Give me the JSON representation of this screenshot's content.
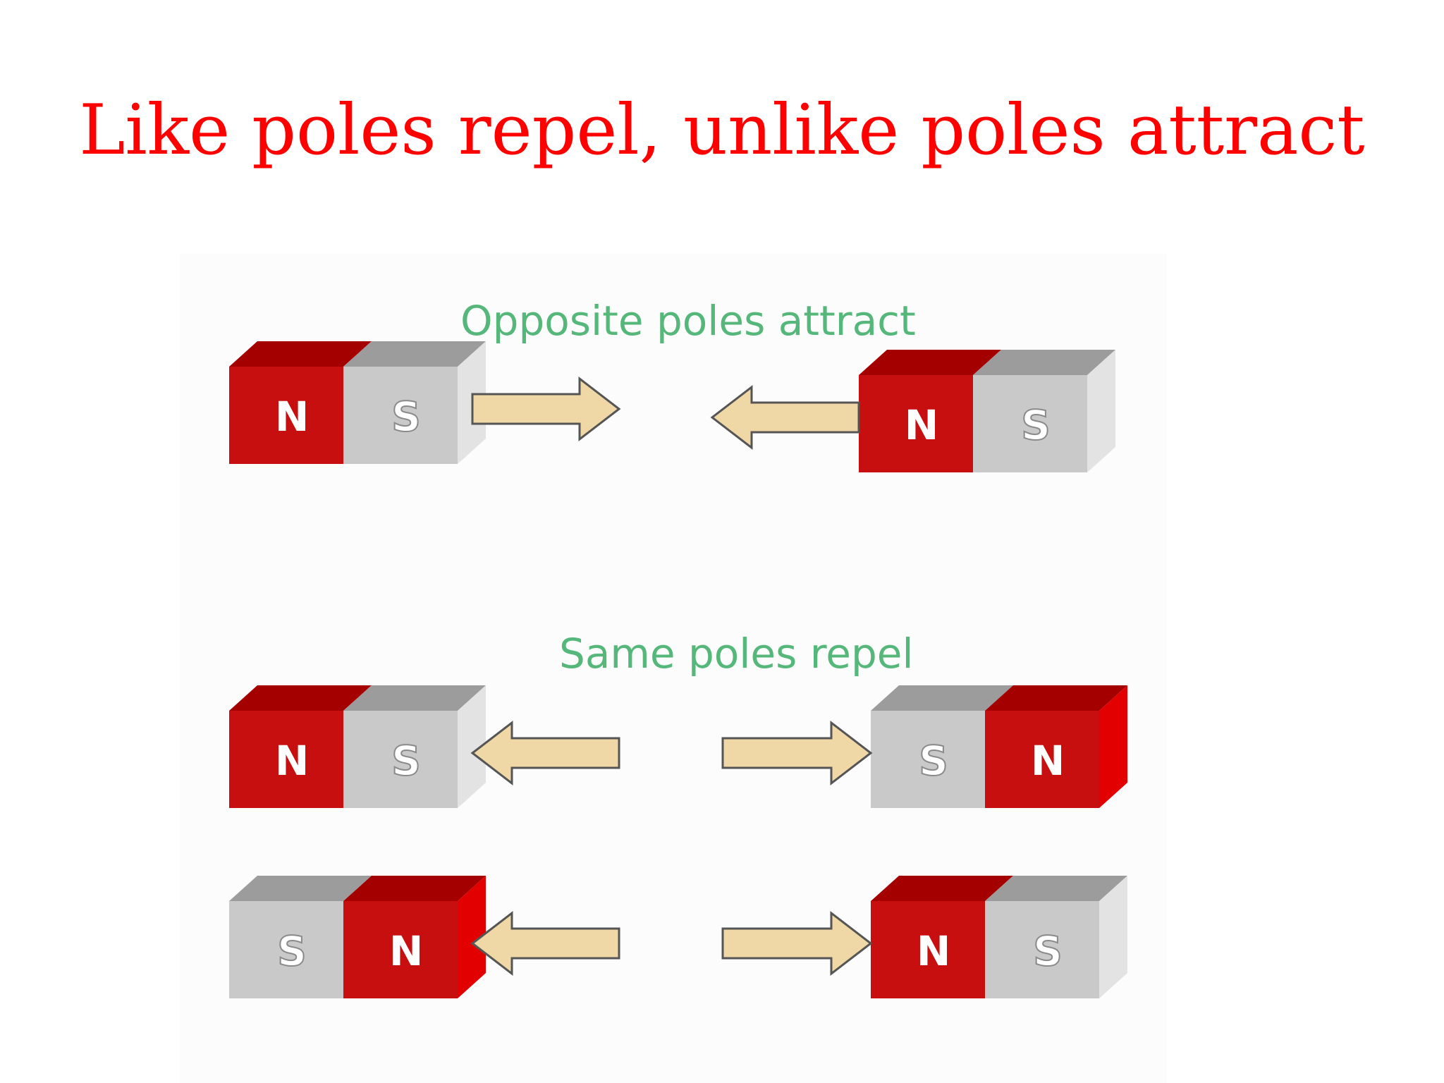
{
  "title": "Like poles repel, unlike poles attract",
  "sections": [
    {
      "heading": "Opposite poles attract",
      "rows": [
        {
          "left_magnet": {
            "poles": [
              "N",
              "S"
            ]
          },
          "right_magnet": {
            "poles": [
              "N",
              "S"
            ]
          },
          "arrows": [
            "right",
            "left"
          ]
        }
      ]
    },
    {
      "heading": "Same poles repel",
      "rows": [
        {
          "left_magnet": {
            "poles": [
              "N",
              "S"
            ]
          },
          "right_magnet": {
            "poles": [
              "S",
              "N"
            ]
          },
          "arrows": [
            "left",
            "right"
          ]
        },
        {
          "left_magnet": {
            "poles": [
              "S",
              "N"
            ]
          },
          "right_magnet": {
            "poles": [
              "N",
              "S"
            ]
          },
          "arrows": [
            "left",
            "right"
          ]
        }
      ]
    }
  ],
  "colors": {
    "title": "#ff0000",
    "heading": "#56b77a",
    "north_front": "#c80f0f",
    "north_top": "#a50000",
    "north_side": "#e30000",
    "south_front": "#c9c9c9",
    "south_top": "#9c9c9c",
    "south_side": "#e3e3e3",
    "arrow_fill": "#f0d8a6",
    "arrow_stroke": "#555555"
  },
  "icons": {
    "magnet": "bar-magnet-icon",
    "arrow": "force-arrow-icon"
  }
}
